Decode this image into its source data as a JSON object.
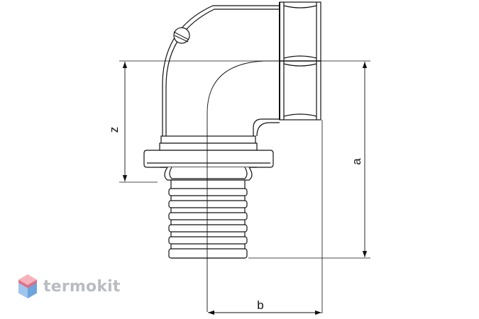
{
  "labels": {
    "z": "z",
    "a": "a",
    "b": "b"
  },
  "brand": {
    "name": "termokit",
    "colors": [
      "#f6b3bd",
      "#e56a7d",
      "#9ec6ee",
      "#6ea3dc"
    ]
  },
  "line_color": "#111111"
}
